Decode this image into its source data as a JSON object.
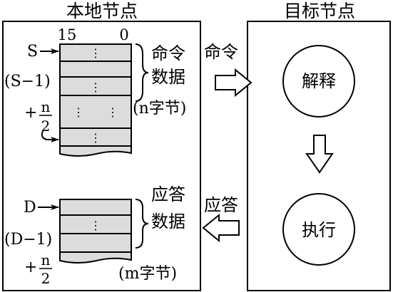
{
  "local_node": {
    "title": "本地节点",
    "bit_high": "15",
    "bit_low": "0",
    "send_block": {
      "pointer_start": "S",
      "pointer_prev": "(S−1)",
      "half_n_plus": "+",
      "half_n_num": "n",
      "half_n_den": "2",
      "ellipsis": "⋮",
      "ellipsis_h": "⋮   ⋮",
      "brace_label_1": "命令",
      "brace_label_2": "数据",
      "brace_label_3": "(n字节)"
    },
    "reply_block": {
      "pointer_start": "D",
      "pointer_prev": "(D−1)",
      "half_n_plus": "+",
      "half_n_num": "n",
      "half_n_den": "2",
      "ellipsis": "⋮",
      "brace_label_1": "应答",
      "brace_label_2": "数据",
      "brace_label_3": "(m字节)"
    }
  },
  "target_node": {
    "title": "目标节点",
    "step_1": "解释",
    "step_2": "执行"
  },
  "arrows": {
    "command_label": "命令",
    "reply_label": "应答"
  }
}
